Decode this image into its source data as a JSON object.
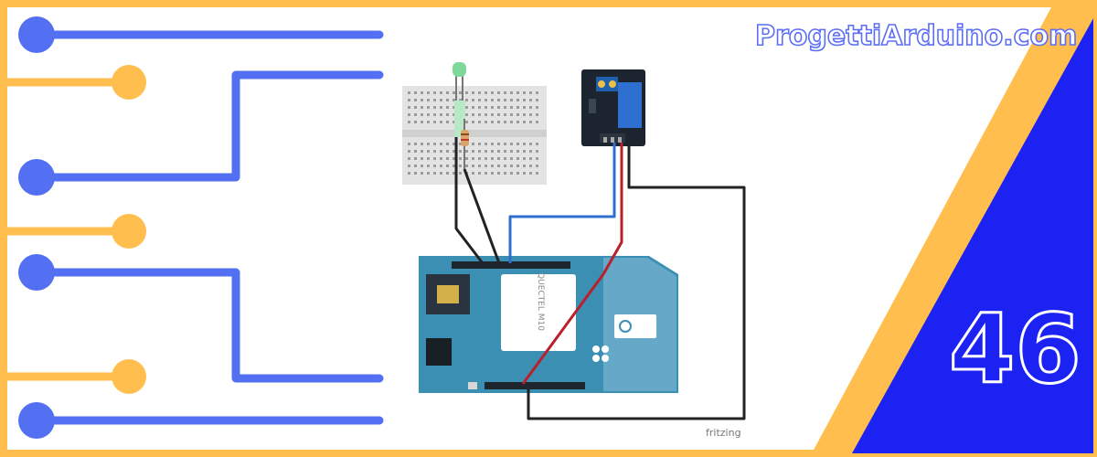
{
  "brand": {
    "text": "ProgettiArduino.com"
  },
  "episode": {
    "number": "46"
  },
  "diagram": {
    "credit": "fritzing",
    "module_label": "QUECTEL M10"
  },
  "colors": {
    "border": "#ffbe4d",
    "blue": "#5470f2",
    "triangle": "#1b22f2",
    "board": "#3a8fb3"
  },
  "icons": [
    "led-icon",
    "breadboard-icon",
    "relay-module-icon",
    "arduino-gsm-shield-icon",
    "resistor-icon"
  ]
}
